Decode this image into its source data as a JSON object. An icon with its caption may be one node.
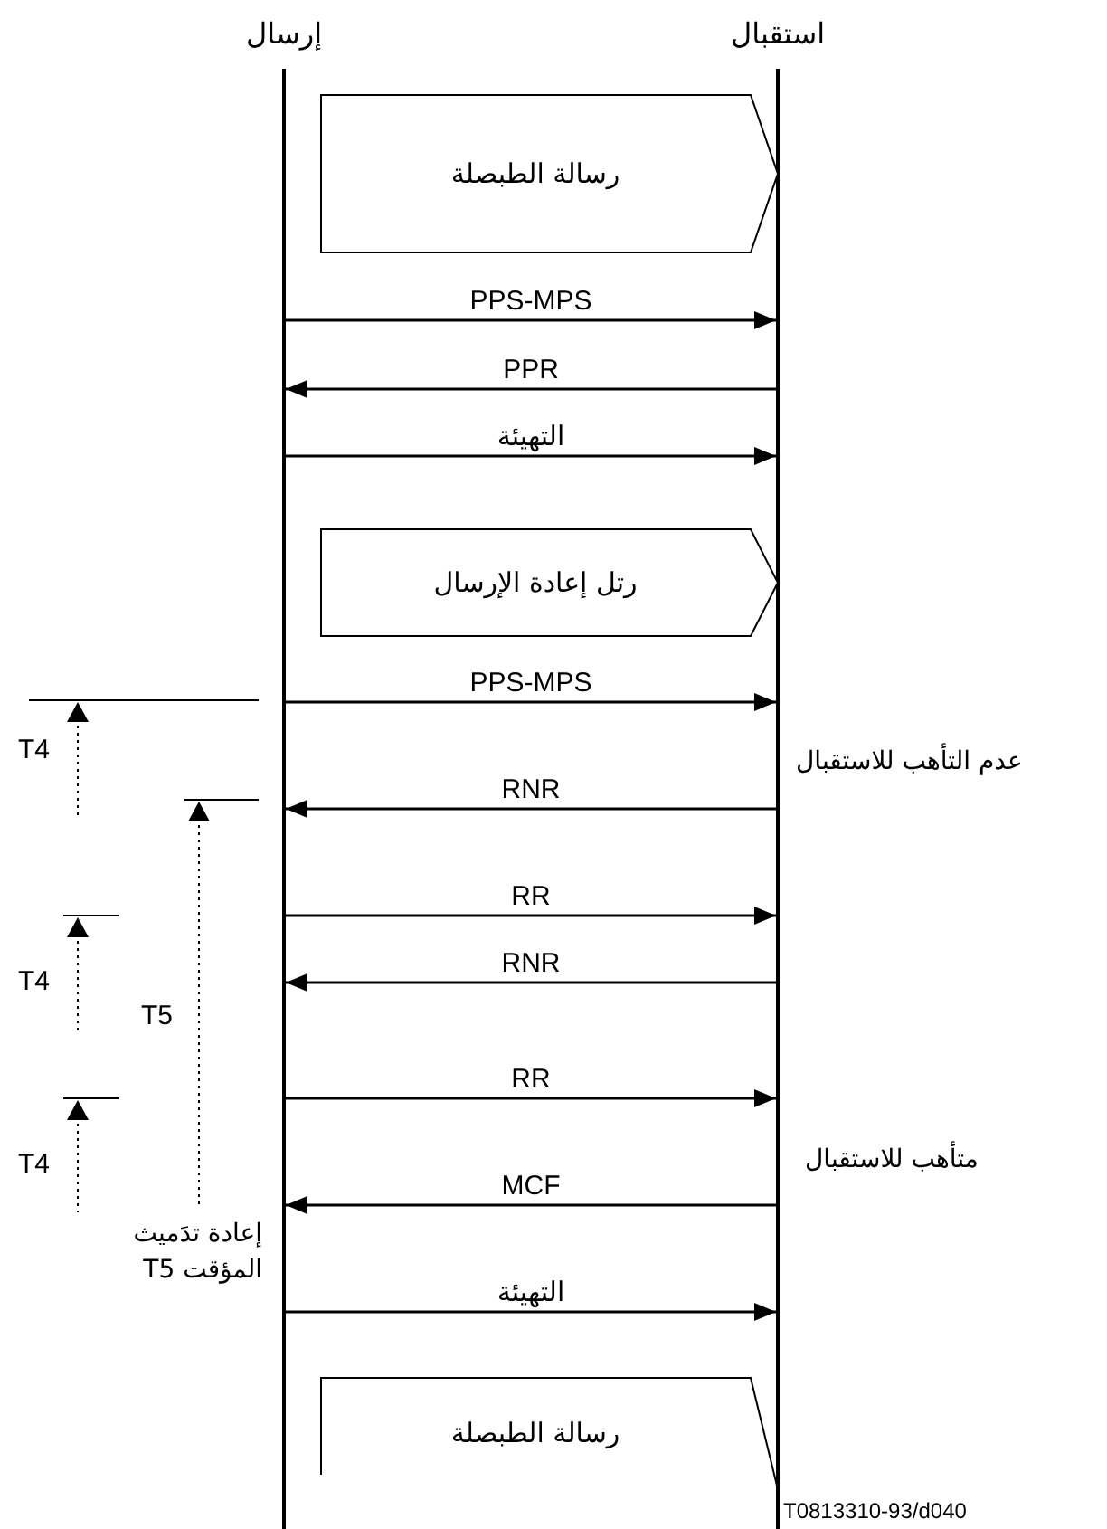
{
  "diagram": {
    "nodes": [
      {
        "text": [
          "إرسال"
        ]
      },
      {
        "text": [
          "استقبال"
        ]
      },
      {
        "text": [
          "رسالة الطبصلة"
        ]
      },
      {
        "text": [
          "رتل إعادة الإرسال"
        ]
      },
      {
        "text": [
          "رسالة الطبصلة"
        ]
      }
    ],
    "edges": [
      {
        "from": 0,
        "to": 1,
        "arrow": "to",
        "label": "PPS-MPS"
      },
      {
        "from": 1,
        "to": 0,
        "arrow": "to",
        "label": "PPR"
      },
      {
        "from": 0,
        "to": 1,
        "arrow": "to",
        "label": "التهيئة"
      },
      {
        "from": 0,
        "to": 1,
        "arrow": "to",
        "label": "PPS-MPS"
      },
      {
        "from": 1,
        "to": 0,
        "arrow": "to",
        "label": "RNR"
      },
      {
        "from": 0,
        "to": 1,
        "arrow": "to",
        "label": "RR"
      },
      {
        "from": 1,
        "to": 0,
        "arrow": "to",
        "label": "RNR"
      },
      {
        "from": 0,
        "to": 1,
        "arrow": "to",
        "label": "RR"
      },
      {
        "from": 1,
        "to": 0,
        "arrow": "to",
        "label": "MCF"
      },
      {
        "from": 0,
        "to": 1,
        "arrow": "to",
        "label": "التهيئة"
      }
    ],
    "labels": [
      "عدم التأهب للاستقبال",
      "T4",
      "T4",
      "T5",
      "T4",
      "متأهب للاستقبال",
      "إعادة تدَميث المؤقت T5",
      "T0813310-93/d040"
    ]
  }
}
